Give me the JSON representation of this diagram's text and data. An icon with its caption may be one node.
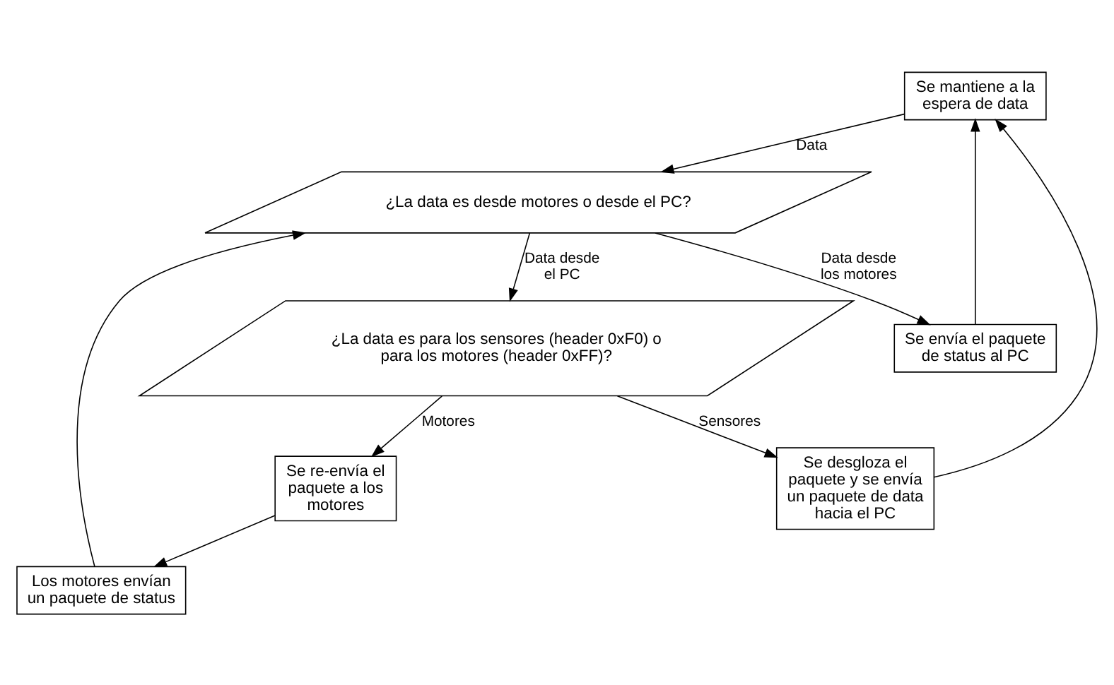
{
  "diagram": {
    "nodes": [
      {
        "text": [
          "Se mantiene a la espera de data"
        ]
      },
      {
        "text": [
          "¿La data es desde motores o desde el PC?"
        ]
      },
      {
        "text": [
          "Se envía el paquete de status al PC"
        ]
      },
      {
        "text": [
          "¿La data es para los sensores (header 0xF0) o para los motores (header 0xFF)?"
        ]
      },
      {
        "text": [
          "Se desgloza el paquete y se envía un paquete de data hacia el PC"
        ]
      },
      {
        "text": [
          "Se re-envía el paquete a los motores"
        ]
      },
      {
        "text": [
          "Los motores envían un paquete de status"
        ]
      }
    ],
    "edges": [
      {
        "from": 0,
        "to": 1,
        "arrow": "to",
        "label": "Data"
      },
      {
        "from": 1,
        "to": 2,
        "arrow": "to",
        "label": "Data desde los motores"
      },
      {
        "from": 2,
        "to": 0,
        "arrow": "to"
      },
      {
        "from": 1,
        "to": 3,
        "arrow": "to",
        "label": "Data desde el PC"
      },
      {
        "from": 3,
        "to": 4,
        "arrow": "to",
        "label": "Sensores"
      },
      {
        "from": 3,
        "to": 5,
        "arrow": "to",
        "label": "Motores"
      },
      {
        "from": 4,
        "to": 0,
        "arrow": "to"
      },
      {
        "from": 5,
        "to": 6,
        "arrow": "to"
      },
      {
        "from": 6,
        "to": 1,
        "arrow": "to"
      }
    ]
  }
}
